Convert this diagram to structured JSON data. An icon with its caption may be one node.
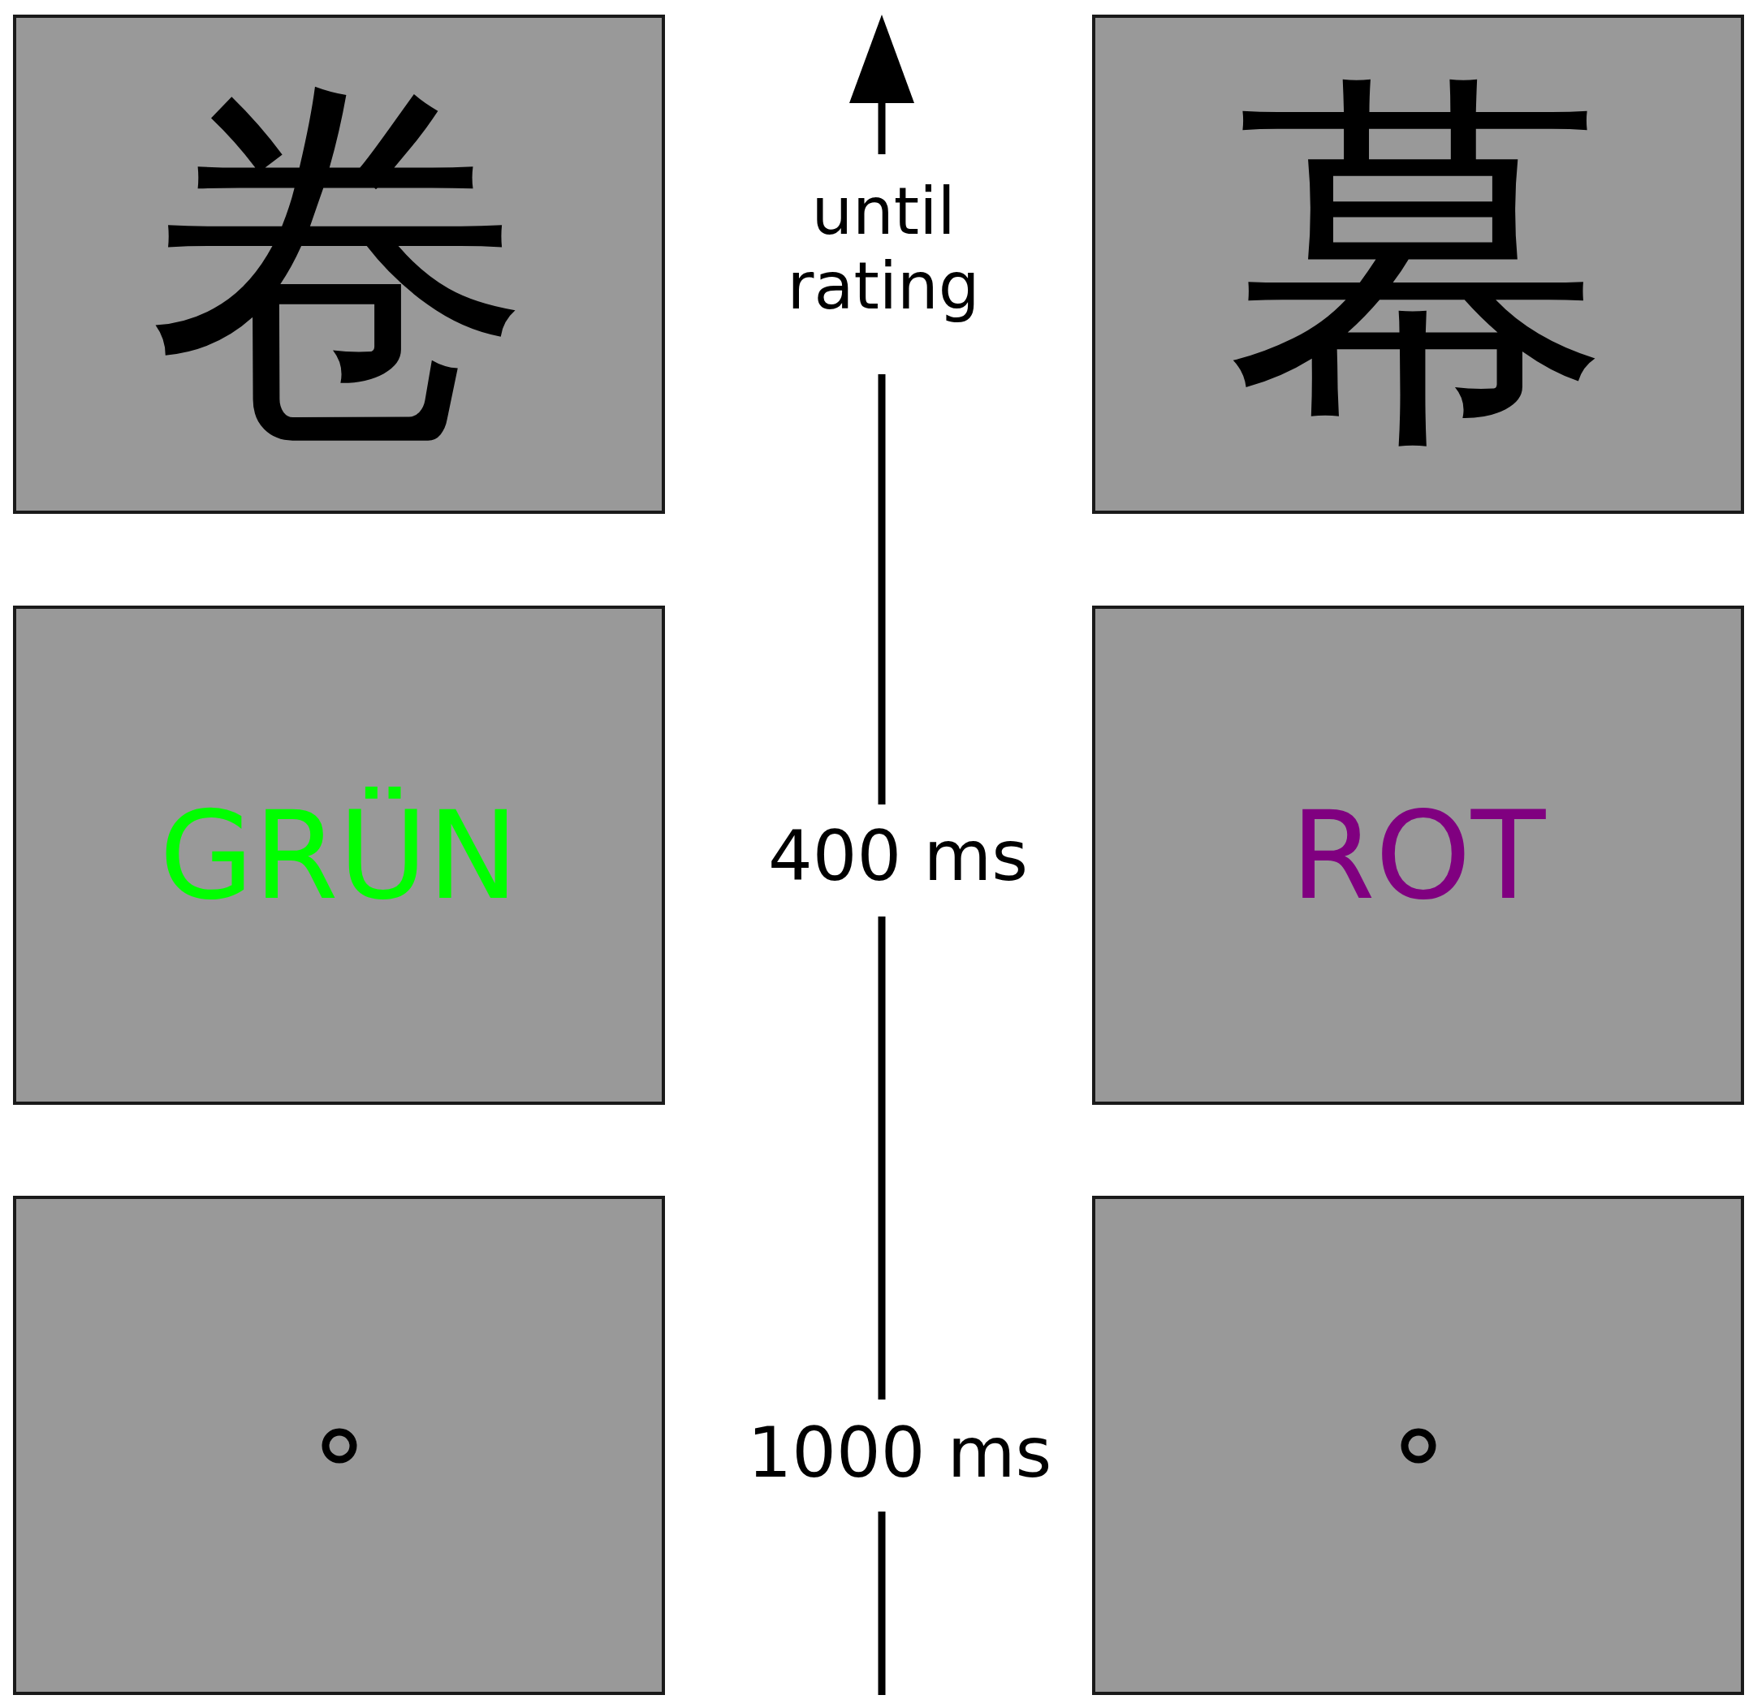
{
  "diagram": {
    "nodes": [
      {
        "text": [
          "卷"
        ]
      },
      {
        "text": [
          "幕"
        ]
      },
      {
        "text": [
          "GRÜN"
        ]
      },
      {
        "text": [
          "ROT"
        ]
      },
      {
        "text": [],
        "shape": "box"
      },
      {
        "text": [],
        "shape": "box"
      }
    ],
    "labels": [
      "until rating",
      "400 ms",
      "1000 ms"
    ]
  }
}
